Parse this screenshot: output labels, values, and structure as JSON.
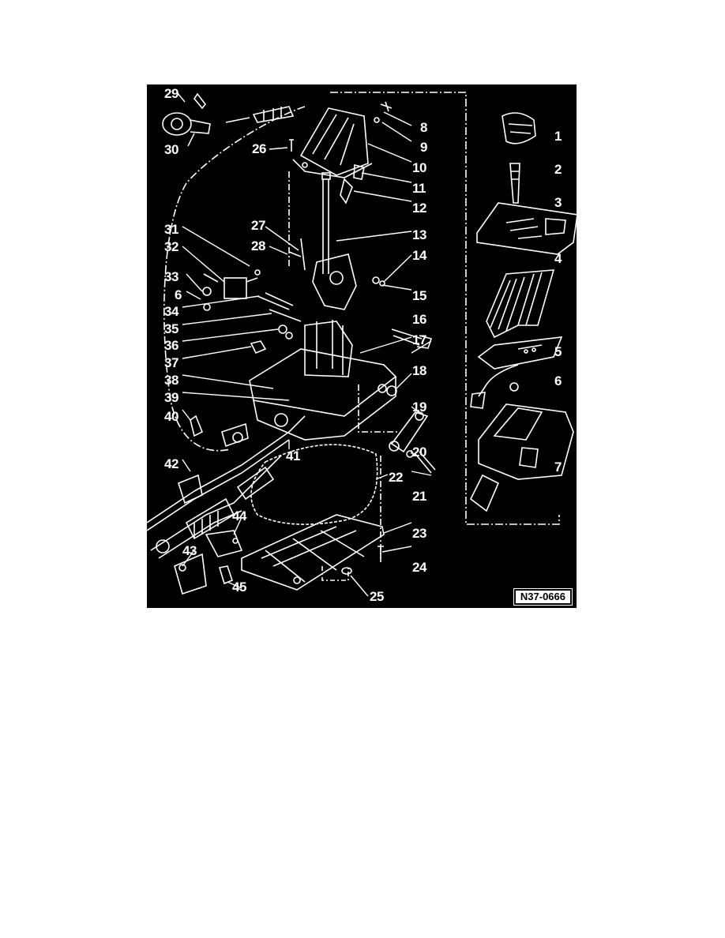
{
  "diagram": {
    "reference_code": "N37-0666",
    "colors": {
      "background": "#000000",
      "foreground": "#ffffff"
    },
    "part_numbers": [
      "1",
      "2",
      "3",
      "4",
      "5",
      "6",
      "7",
      "8",
      "9",
      "10",
      "11",
      "12",
      "13",
      "14",
      "15",
      "16",
      "17",
      "18",
      "19",
      "20",
      "21",
      "22",
      "23",
      "24",
      "25",
      "26",
      "27",
      "28",
      "29",
      "30",
      "31",
      "32",
      "33",
      "6",
      "34",
      "35",
      "36",
      "37",
      "38",
      "39",
      "40",
      "41",
      "42",
      "43",
      "44",
      "45"
    ]
  }
}
